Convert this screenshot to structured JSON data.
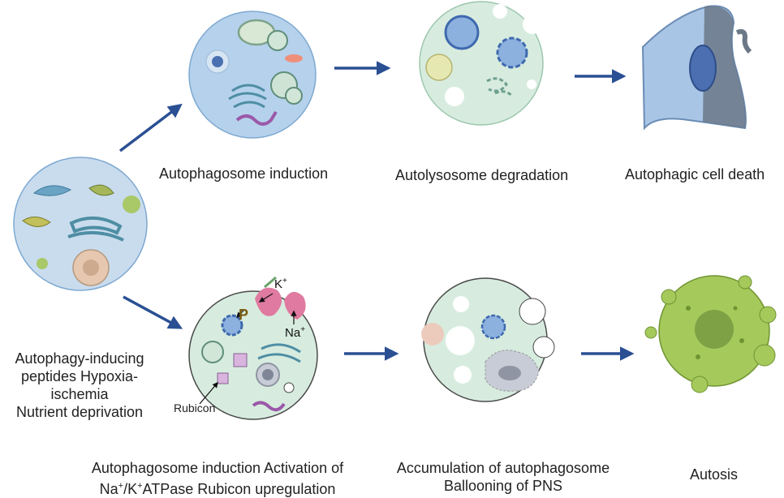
{
  "colors": {
    "arrow": "#2a4f93",
    "blue_circle": "#bcd7ee",
    "green_circle": "#d7ecdf",
    "mito": "#4e8ea4",
    "pink": "#e07aa0",
    "green_cell": "#9bc24a"
  },
  "labels": {
    "autophagosome_induction": "Autophagosome induction",
    "autolysosome_degradation": "Autolysosome degradation",
    "autophagic_cell_death": "Autophagic cell death",
    "left_line1": "Autophagy-inducing",
    "left_line2": "peptides Hypoxia-",
    "left_line3": "ischemia",
    "left_line4": "Nutrient deprivation",
    "rubicon": "Rubicon",
    "k_ion": "K",
    "na_ion": "Na",
    "plus": "+",
    "p_marker": "P",
    "bottom1_line1": "Autophagosome induction Activation of",
    "bottom1_line2_a": "Na",
    "bottom1_line2_b": "/K",
    "bottom1_line2_c": "ATPase Rubicon upregulation",
    "bottom2_line1": "Accumulation of autophagosome",
    "bottom2_line2": "Ballooning of PNS",
    "autosis": "Autosis"
  }
}
